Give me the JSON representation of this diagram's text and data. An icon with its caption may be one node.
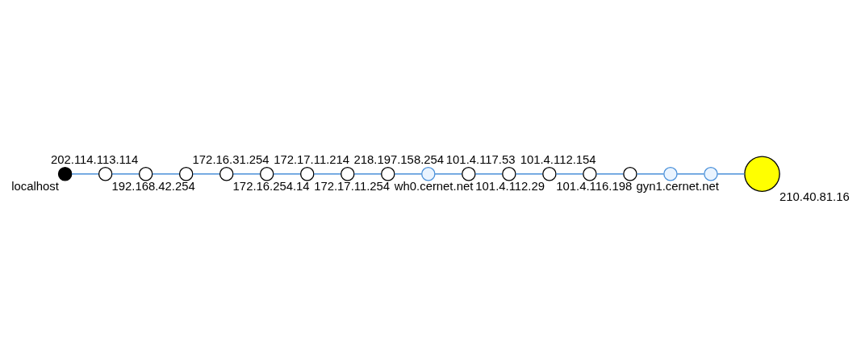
{
  "diagram": {
    "nodes": [
      {
        "text": [
          "localhost"
        ]
      },
      {
        "text": [
          "192.168.42.254"
        ]
      },
      {
        "text": [
          "202.114.113.114"
        ]
      },
      {
        "text": [
          "172.16.31.254"
        ]
      },
      {
        "text": [
          "172.16.254.14"
        ]
      },
      {
        "text": [
          "172.17.11.214"
        ]
      },
      {
        "text": [
          "172.17.11.254"
        ]
      },
      {
        "text": [
          "218.197.158.254"
        ]
      },
      {
        "text": [
          "wh0.cernet.net"
        ]
      },
      {
        "text": [],
        "shape": "circle"
      },
      {
        "text": [
          "101.4.112.29"
        ]
      },
      {
        "text": [
          "101.4.117.53"
        ]
      },
      {
        "text": [
          "101.4.116.198"
        ]
      },
      {
        "text": [
          "101.4.112.154"
        ]
      },
      {
        "text": [
          "gyn1.cernet.net"
        ]
      },
      {
        "text": [],
        "shape": "circle"
      },
      {
        "text": [],
        "shape": "circle"
      },
      {
        "text": [
          "210.40.81.16"
        ]
      }
    ],
    "edges": [
      {
        "from": 0,
        "to": 1,
        "arrow": "none"
      },
      {
        "from": 1,
        "to": 2,
        "arrow": "none"
      },
      {
        "from": 2,
        "to": 3,
        "arrow": "none"
      },
      {
        "from": 3,
        "to": 4,
        "arrow": "none"
      },
      {
        "from": 4,
        "to": 5,
        "arrow": "none"
      },
      {
        "from": 5,
        "to": 6,
        "arrow": "none"
      },
      {
        "from": 6,
        "to": 7,
        "arrow": "none"
      },
      {
        "from": 7,
        "to": 8,
        "arrow": "none"
      },
      {
        "from": 8,
        "to": 9,
        "arrow": "none"
      },
      {
        "from": 9,
        "to": 10,
        "arrow": "none"
      },
      {
        "from": 10,
        "to": 11,
        "arrow": "none"
      },
      {
        "from": 11,
        "to": 12,
        "arrow": "none"
      },
      {
        "from": 12,
        "to": 13,
        "arrow": "none"
      },
      {
        "from": 13,
        "to": 14,
        "arrow": "none"
      },
      {
        "from": 14,
        "to": 15,
        "arrow": "none"
      },
      {
        "from": 15,
        "to": 16,
        "arrow": "none"
      },
      {
        "from": 16,
        "to": 17,
        "arrow": "none"
      }
    ]
  }
}
